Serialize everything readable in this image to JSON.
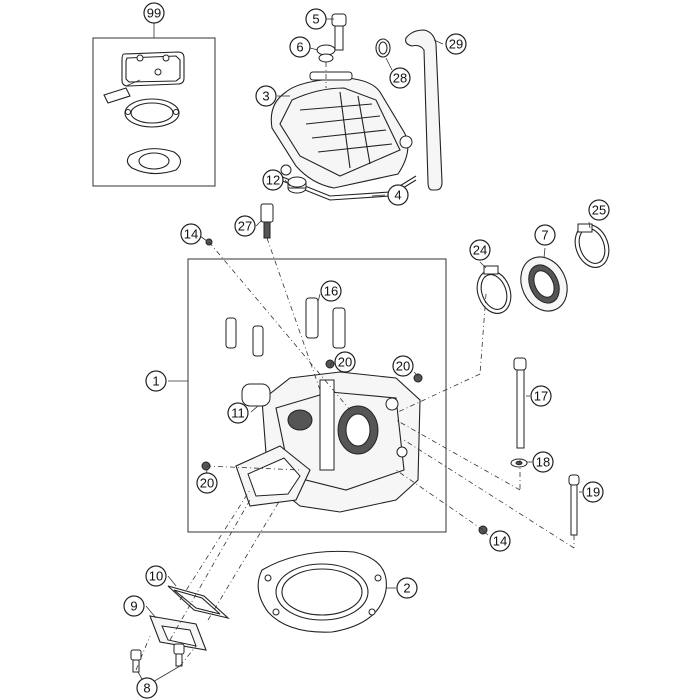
{
  "diagram": {
    "callouts": [
      "99",
      "5",
      "6",
      "3",
      "28",
      "29",
      "12",
      "4",
      "27",
      "14",
      "1",
      "16",
      "20",
      "20",
      "11",
      "20",
      "17",
      "18",
      "19",
      "14",
      "2",
      "10",
      "9",
      "8",
      "24",
      "7",
      "25"
    ]
  }
}
